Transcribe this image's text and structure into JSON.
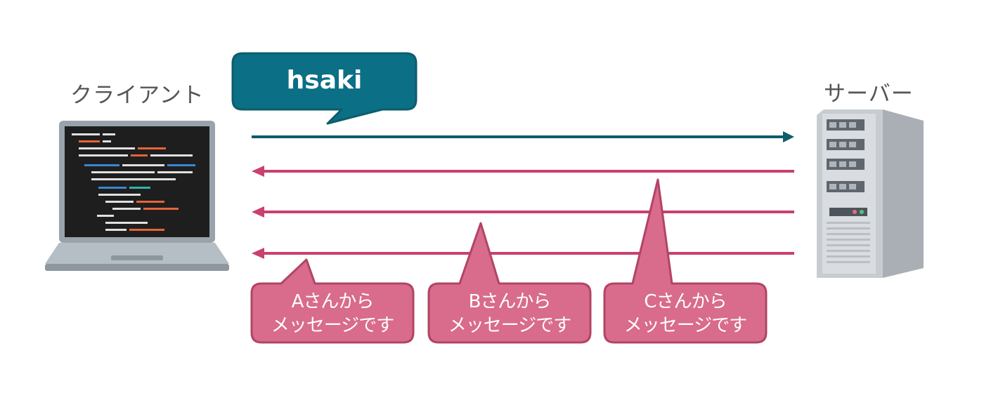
{
  "nodes": {
    "client_label": "クライアント",
    "server_label": "サーバー"
  },
  "request_bubble": {
    "text": "hsaki"
  },
  "message_bubbles": [
    {
      "line1": "Aさんから",
      "line2": "メッセージです"
    },
    {
      "line1": "Bさんから",
      "line2": "メッセージです"
    },
    {
      "line1": "Cさんから",
      "line2": "メッセージです"
    }
  ],
  "colors": {
    "request_arrow": "#0e5c6c",
    "response_arrow": "#c9416c",
    "teal_bubble": "#0b6f86",
    "pink_bubble": "#d96b8c",
    "pink_bubble_border": "#b24466"
  },
  "icons": {
    "client": "laptop-icon",
    "server": "server-tower-icon"
  }
}
